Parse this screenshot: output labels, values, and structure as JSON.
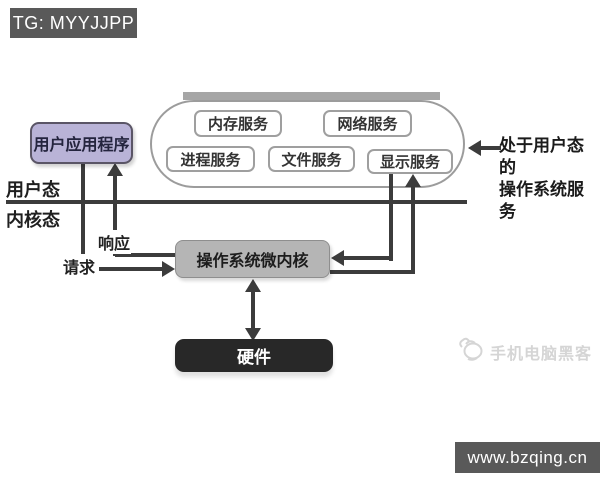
{
  "header": {
    "tg_badge": "TG: MYYJJPP"
  },
  "footer": {
    "site_badge": "www.bzqing.cn"
  },
  "diagram": {
    "user_app_label": "用户应用程序",
    "services": [
      "内存服务",
      "网络服务",
      "进程服务",
      "文件服务",
      "显示服务"
    ],
    "user_mode_label": "用户态",
    "kernel_mode_label": "内核态",
    "response_label": "响应",
    "request_label": "请求",
    "microkernel_label": "操作系统微内核",
    "hardware_label": "硬件",
    "note_line1": "处于用户态的",
    "note_line2": "操作系统服务",
    "watermark_label": "手机电脑黑客"
  },
  "colors": {
    "badge_bg": "#595959",
    "user_app_fill": "#b9b3d7",
    "microkernel_fill": "#b5b5b5",
    "hardware_fill": "#282828",
    "line": "#3c3c3c",
    "watermark": "#d5d5d5"
  }
}
